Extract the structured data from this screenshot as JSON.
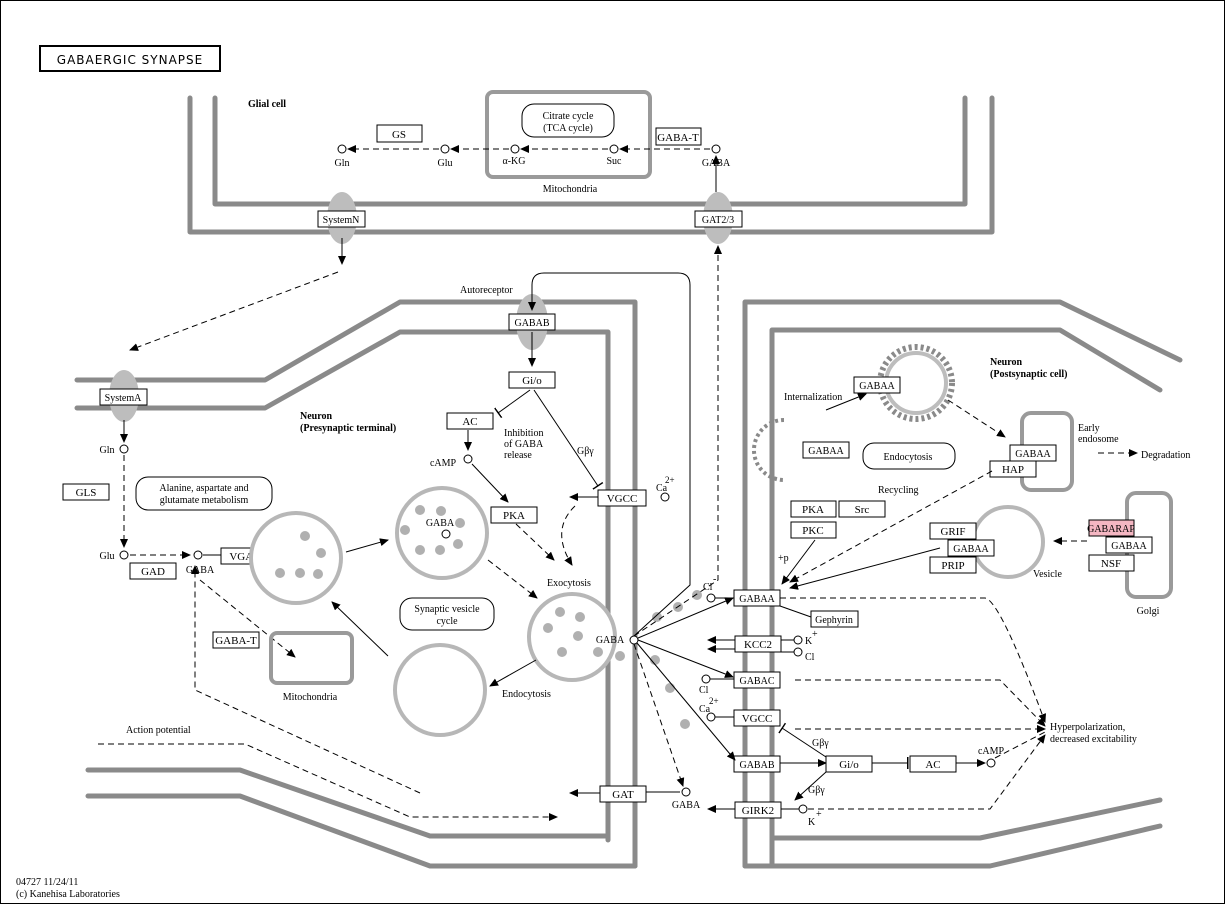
{
  "title": "GABAERGIC SYNAPSE",
  "footer": {
    "code": "04727 11/24/11",
    "copyright": "(c) Kanehisa Laboratories"
  },
  "compartments": {
    "glial": "Glial cell",
    "mitochondria": "Mitochondria",
    "pre1": "Neuron",
    "pre2": "(Presynaptic terminal)",
    "post1": "Neuron",
    "post2": "(Postsynaptic cell)",
    "golgi": "Golgi",
    "vesicle": "Vesicle",
    "early1": "Early",
    "early2": "endosome"
  },
  "genes": {
    "gs": "GS",
    "gaba_t": "GABA-T",
    "system_n": "SystemN",
    "gat23": "GAT2/3",
    "system_a": "SystemA",
    "gls": "GLS",
    "gad": "GAD",
    "vgat": "VGAT",
    "gaba_t2": "GABA-T",
    "gabab_auto": "GABAB",
    "gio": "Gi/o",
    "ac": "AC",
    "pka": "PKA",
    "vgcc_pre": "VGCC",
    "gat": "GAT",
    "gabaa_int": "GABAA",
    "gabaa_mem": "GABAA",
    "gabaa_early": "GABAA",
    "hap": "HAP",
    "pka_post": "PKA",
    "src": "Src",
    "pkc": "PKC",
    "grif": "GRIF",
    "gabaa_ves": "GABAA",
    "prip": "PRIP",
    "gabarap": "GABARAP",
    "gabaa_golgi": "GABAA",
    "nsf": "NSF",
    "gabaa_post": "GABAA",
    "gephyrin": "Gephyrin",
    "kcc2": "KCC2",
    "gabac": "GABAC",
    "vgcc_post": "VGCC",
    "gabab_post": "GABAB",
    "gio_post": "Gi/o",
    "ac_post": "AC",
    "girk2": "GIRK2"
  },
  "labels": {
    "citrate1": "Citrate cycle",
    "citrate2": "(TCA cycle)",
    "alanine1": "Alanine, aspartate and",
    "alanine2": "glutamate metabolism",
    "synves1": "Synaptic vesicle",
    "synves2": "cycle",
    "endocytosis_box": "Endocytosis",
    "gln1": "Gln",
    "glu1": "Glu",
    "akg": "α-KG",
    "suc": "Suc",
    "gaba1": "GABA",
    "gln2": "Gln",
    "glu2": "Glu",
    "gaba2": "GABA",
    "gaba_ves": "GABA",
    "gaba_cleft": "GABA",
    "gaba_gat": "GABA",
    "camp": "cAMP",
    "camp_post": "cAMP",
    "autoreceptor": "Autoreceptor",
    "inhib1": "Inhibition",
    "inhib2": "of GABA",
    "inhib3": "release",
    "gby_pre": "Gβγ",
    "gby_post1": "Gβγ",
    "gby_post2": "Gβγ",
    "exocytosis": "Exocytosis",
    "endocytosis": "Endocytosis",
    "action_potential": "Action potential",
    "internalization": "Internalization",
    "recycling": "Recycling",
    "degradation": "Degradation",
    "plus_p": "+p",
    "hyper1": "Hyperpolarization,",
    "hyper2": "decreased excitability",
    "ca_pre": "Ca",
    "ca_sup": "2+",
    "cl1": "Cl",
    "cl_sup": "-",
    "k1": "K",
    "k_sup": "+",
    "cl2": "Cl",
    "cl3": "Cl",
    "ca_post": "Ca",
    "k2": "K"
  },
  "colors": {
    "wall": "#8a8a8a",
    "highlight": "#f4b6c2",
    "vesicle": "#b7b7b7"
  }
}
